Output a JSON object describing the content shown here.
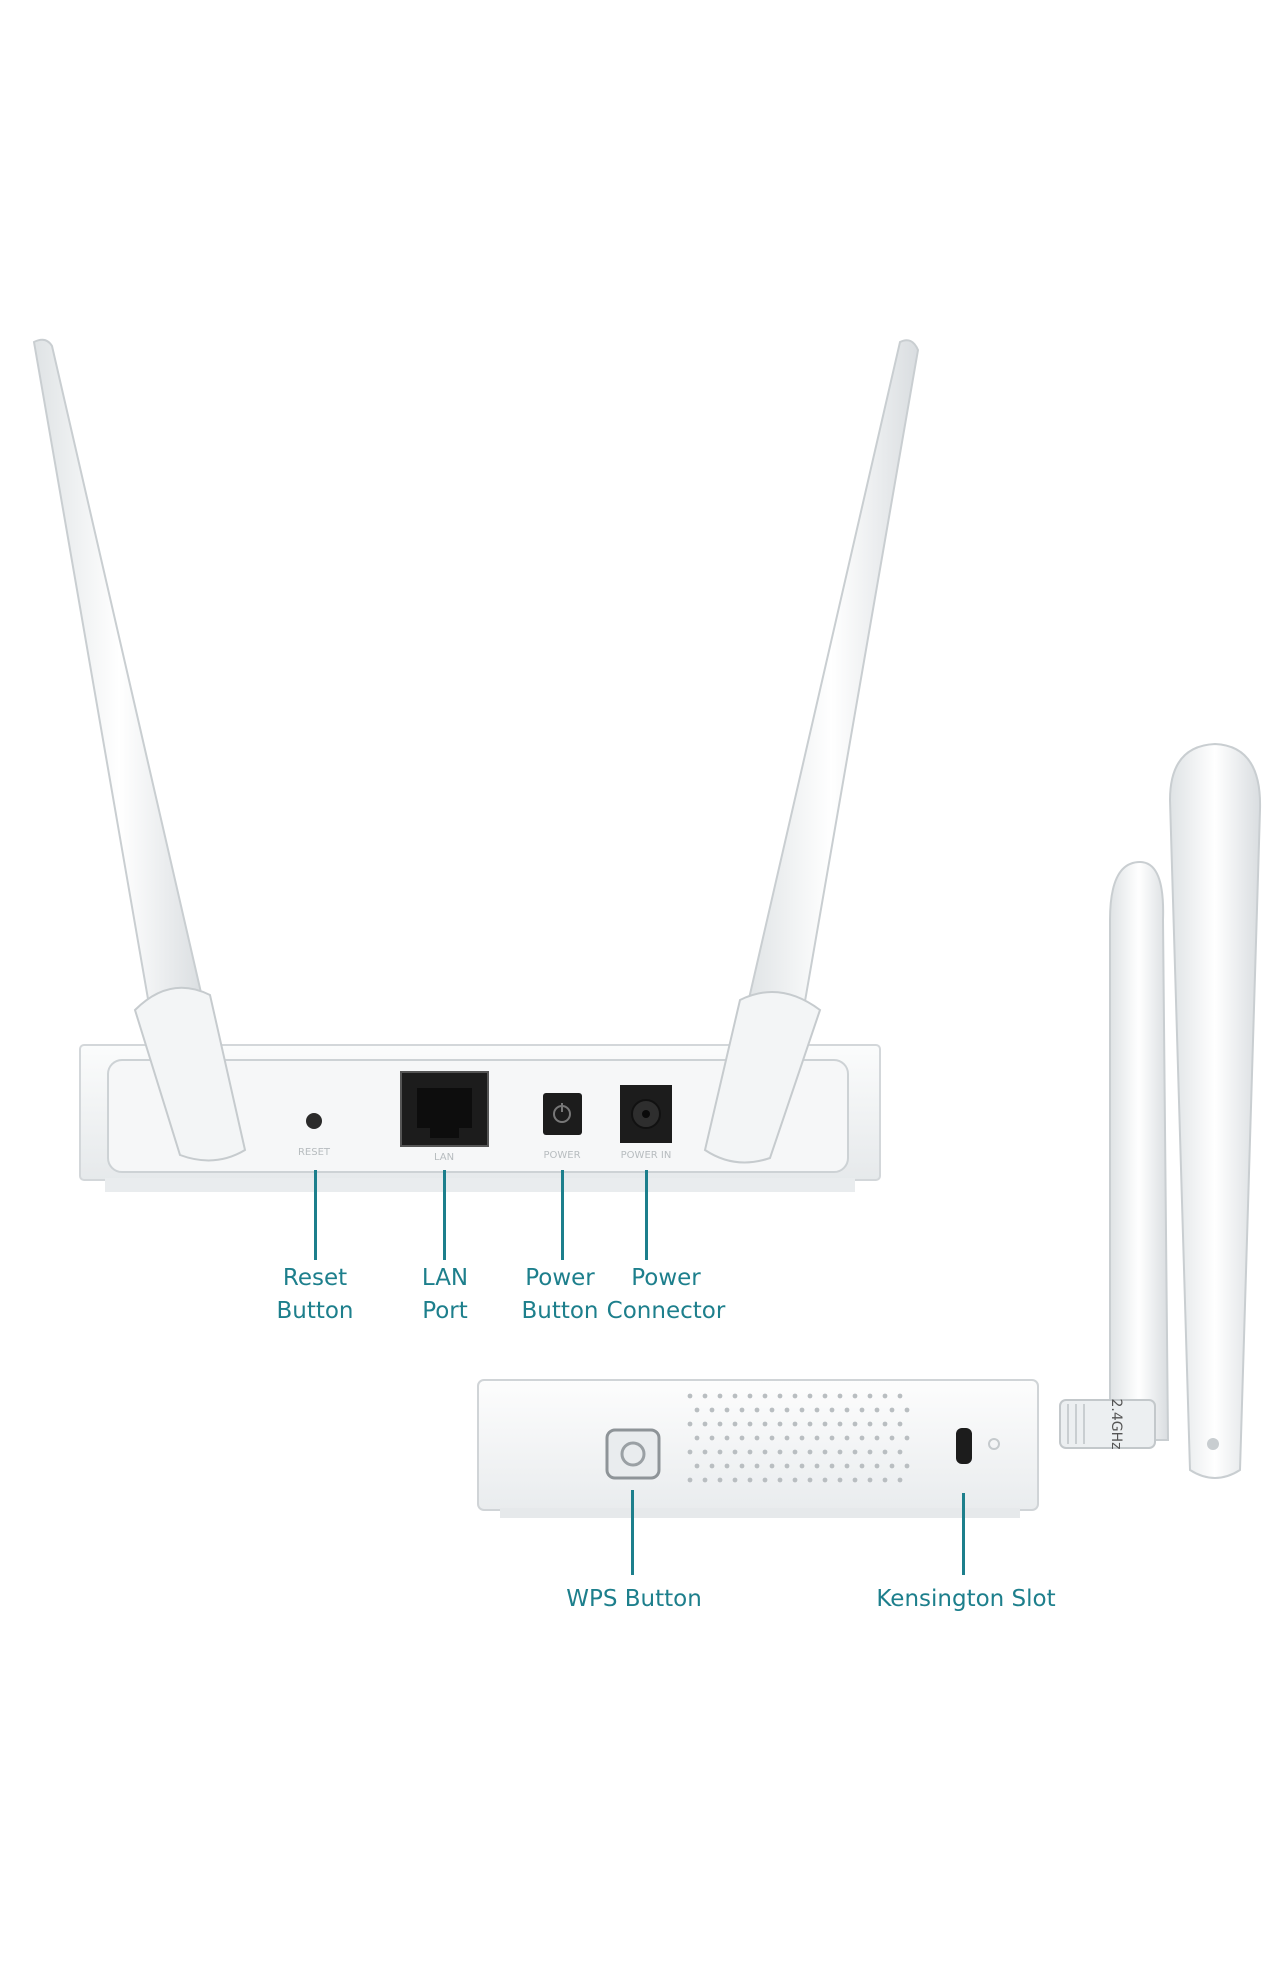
{
  "rear_panel": {
    "printed_labels": {
      "reset": "RESET",
      "lan": "LAN",
      "power": "POWER",
      "power_in": "POWER IN"
    },
    "callouts": [
      {
        "id": "reset-button",
        "lines": [
          "Reset",
          "Button"
        ]
      },
      {
        "id": "lan-port",
        "lines": [
          "LAN",
          "Port"
        ]
      },
      {
        "id": "power-button",
        "lines": [
          "Power",
          "Button"
        ]
      },
      {
        "id": "power-connector",
        "lines": [
          "Power",
          "Connector"
        ]
      }
    ]
  },
  "side_panel": {
    "antenna_text": "2.4GHz",
    "callouts": [
      {
        "id": "wps-button",
        "lines": [
          "WPS Button"
        ]
      },
      {
        "id": "kensington-slot",
        "lines": [
          "Kensington Slot"
        ]
      }
    ]
  },
  "colors": {
    "callout": "#1d7f8c",
    "device_body": "#f4f6f7",
    "port_black": "#1c1c1c"
  }
}
